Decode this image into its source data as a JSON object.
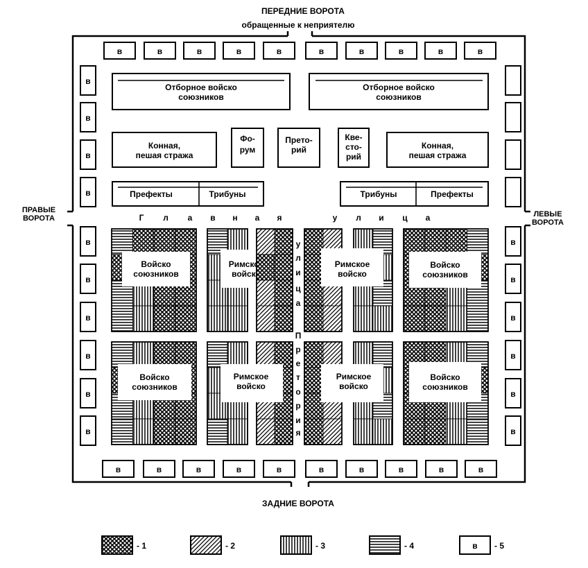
{
  "labels": {
    "front_gates": "ПЕРЕДНИЕ ВОРОТА",
    "facing_enemy": "обращенные к неприятелю",
    "rear_gates": "ЗАДНИЕ ВОРОТА",
    "right_gates": [
      "ПРАВЫЕ",
      "ВОРОТА"
    ],
    "left_gates": [
      "ЛЕВЫЕ",
      "ВОРОТА"
    ],
    "main_street_letters": [
      "Г",
      "л",
      "а",
      "в",
      "н",
      "а",
      "я",
      "у",
      "л",
      "и",
      "ц",
      "а"
    ],
    "praetoria_street_letters": [
      "у",
      "л",
      "и",
      "ц",
      "а",
      "П",
      "р",
      "е",
      "т",
      "о",
      "р",
      "и",
      "я"
    ]
  },
  "buildings": {
    "elite_allies": [
      "Отборное войско",
      "союзников"
    ],
    "guard": [
      "Конная,",
      "пешая стража"
    ],
    "forum": [
      "Фо-",
      "рум"
    ],
    "praetorium": [
      "Прето-",
      "рий"
    ],
    "quaestorium": [
      "Кве-",
      "сто-",
      "рий"
    ],
    "prefects": "Префекты",
    "tribunes": "Трибуны"
  },
  "blocks": {
    "allies": [
      "Войско",
      "союзников"
    ],
    "roman": [
      "Римское",
      "войско"
    ]
  },
  "legend": [
    {
      "pattern": "crosshatch",
      "label": "- 1"
    },
    {
      "pattern": "diagonal",
      "label": "- 2"
    },
    {
      "pattern": "vertical",
      "label": "- 3"
    },
    {
      "pattern": "horizontal",
      "label": "- 4"
    },
    {
      "pattern": "box-v",
      "label": "- 5",
      "box_text": "в"
    }
  ],
  "tent_letter": "в"
}
